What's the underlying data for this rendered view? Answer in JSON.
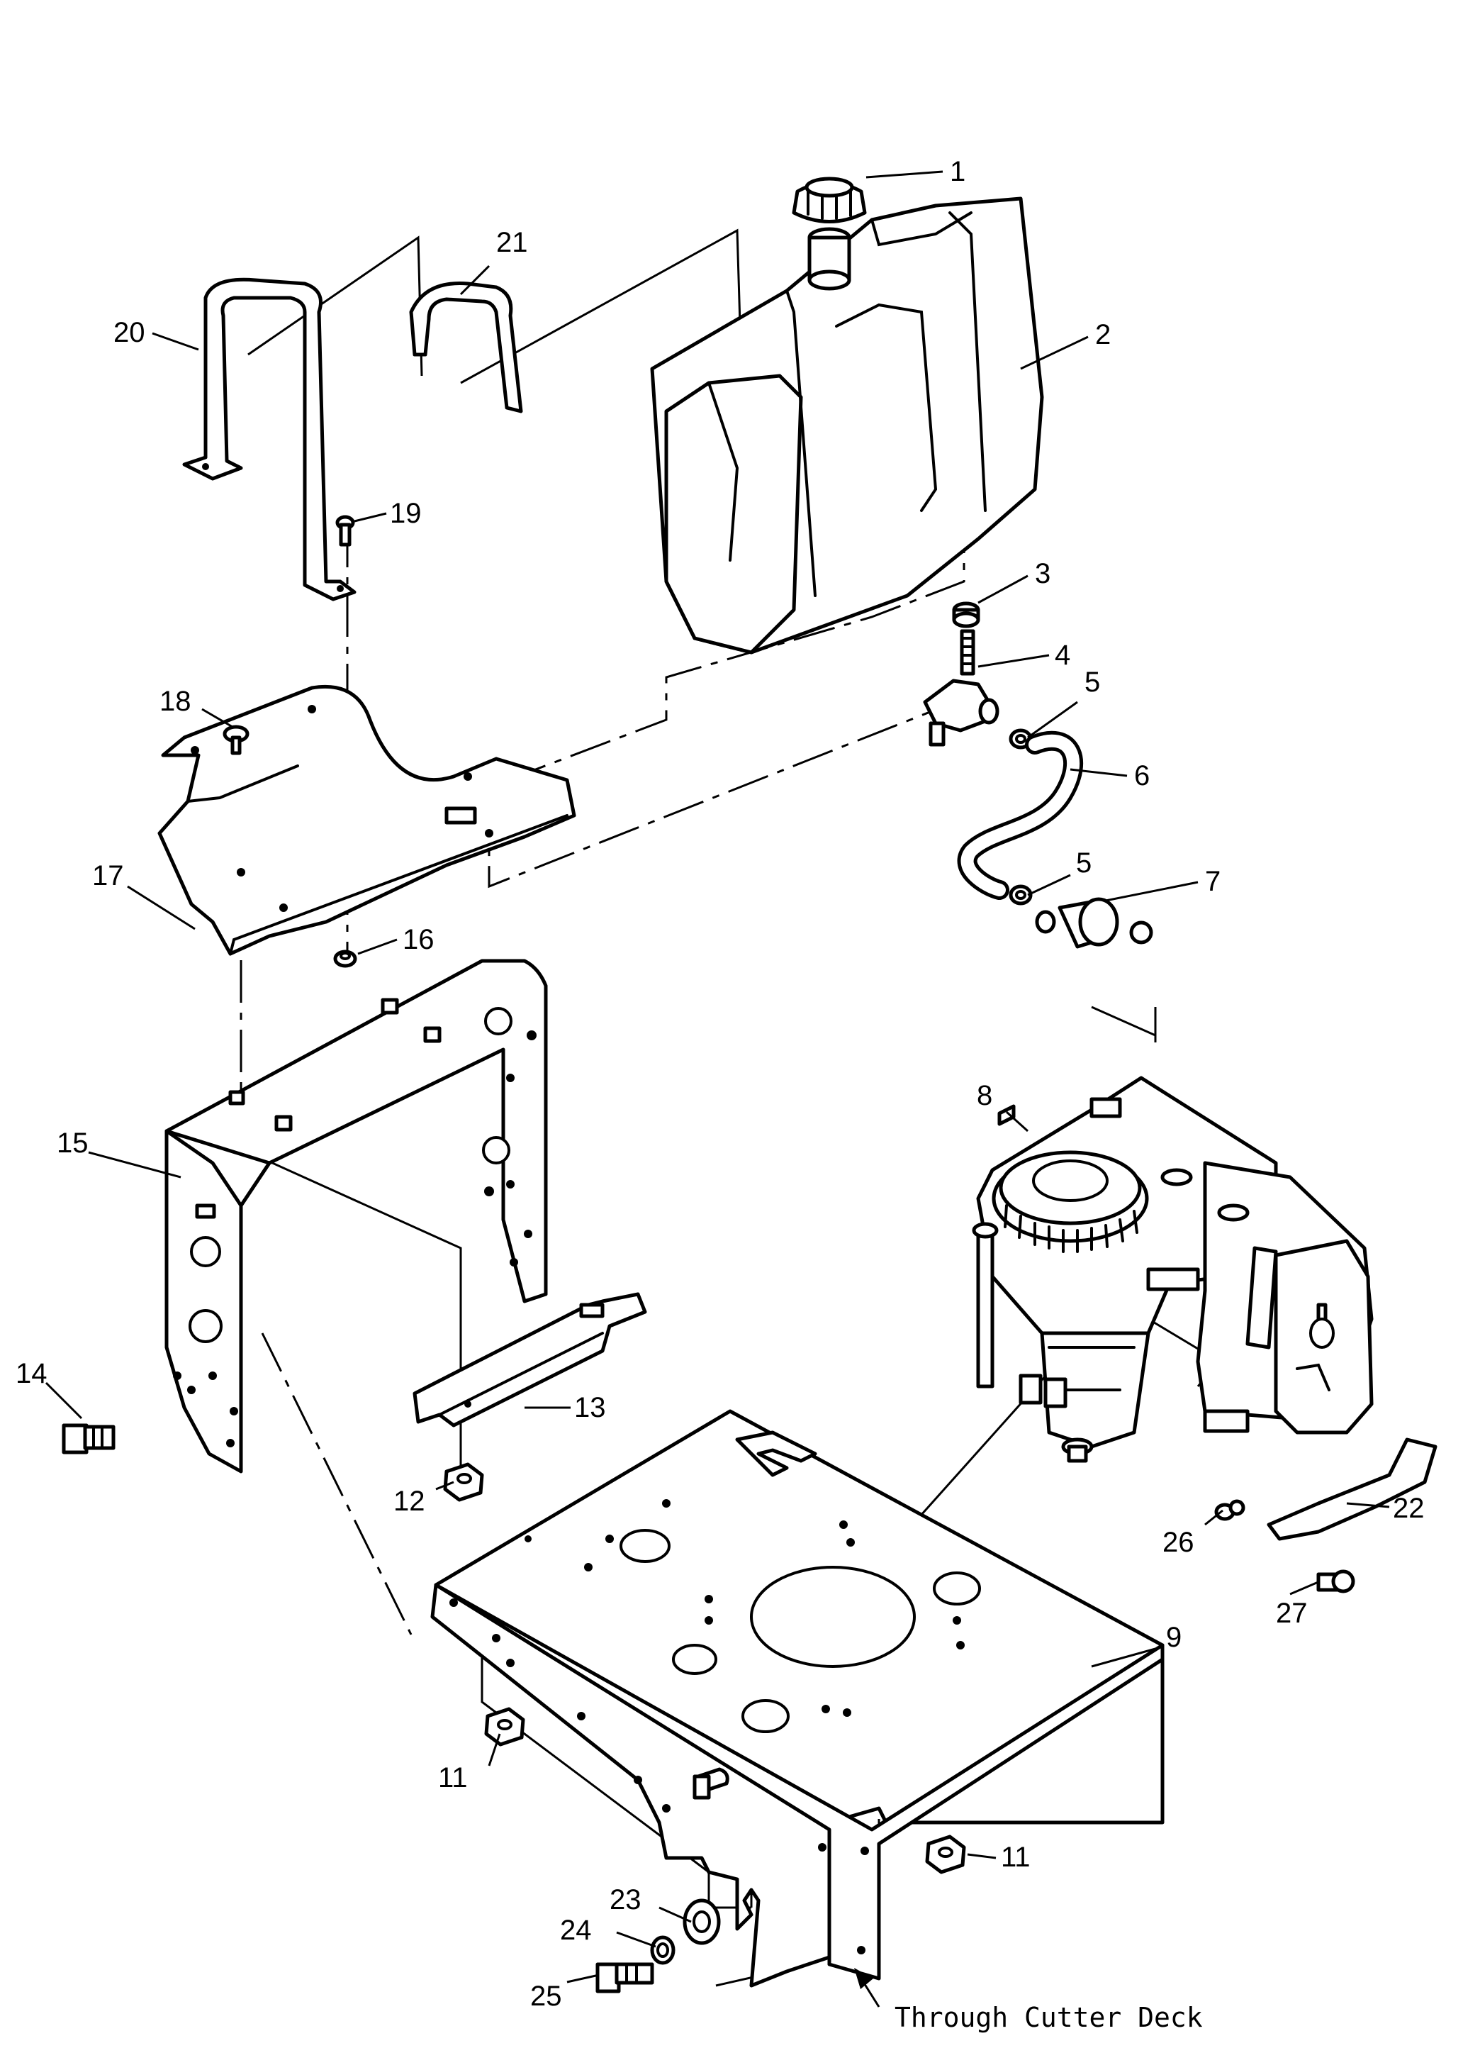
{
  "callouts": {
    "c1": "1",
    "c2": "2",
    "c3": "3",
    "c4": "4",
    "c5a": "5",
    "c5b": "5",
    "c6": "6",
    "c7": "7",
    "c8": "8",
    "c9": "9",
    "c11a": "11",
    "c11b": "11",
    "c12": "12",
    "c13": "13",
    "c14": "14",
    "c15": "15",
    "c16": "16",
    "c17": "17",
    "c18": "18",
    "c19": "19",
    "c20": "20",
    "c21": "21",
    "c22": "22",
    "c23": "23",
    "c24": "24",
    "c25": "25",
    "c26": "26",
    "c27": "27"
  },
  "note": "Through Cutter Deck"
}
